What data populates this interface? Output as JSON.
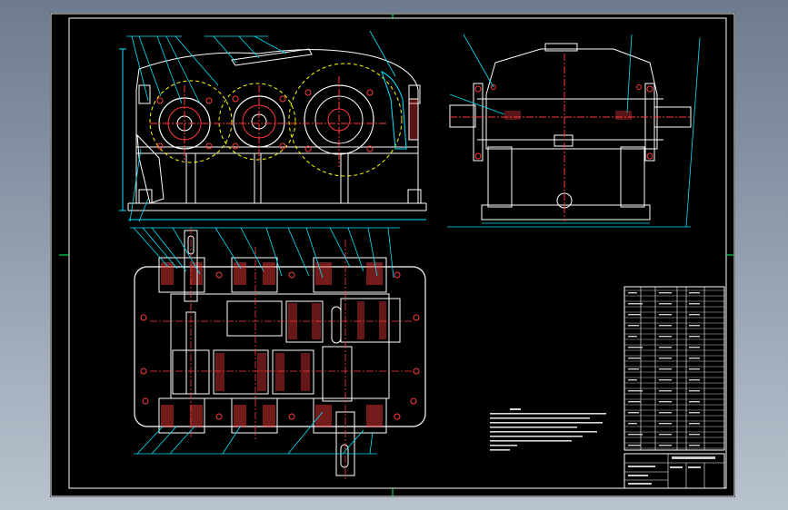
{
  "drawing": {
    "title_block": "",
    "notes_heading": "",
    "notes": [],
    "colors": {
      "background": "#000000",
      "outline": "#ffffff",
      "annotation": "#00e5ff",
      "centerline": "#ff3b3b",
      "hidden": "#ffff00",
      "frame": "#00ff66",
      "hatch": "#ff3b3b",
      "window_bg": "#7c8799"
    },
    "views": [
      "front-view",
      "side-view",
      "top-section-view",
      "parts-list",
      "title-block"
    ]
  }
}
